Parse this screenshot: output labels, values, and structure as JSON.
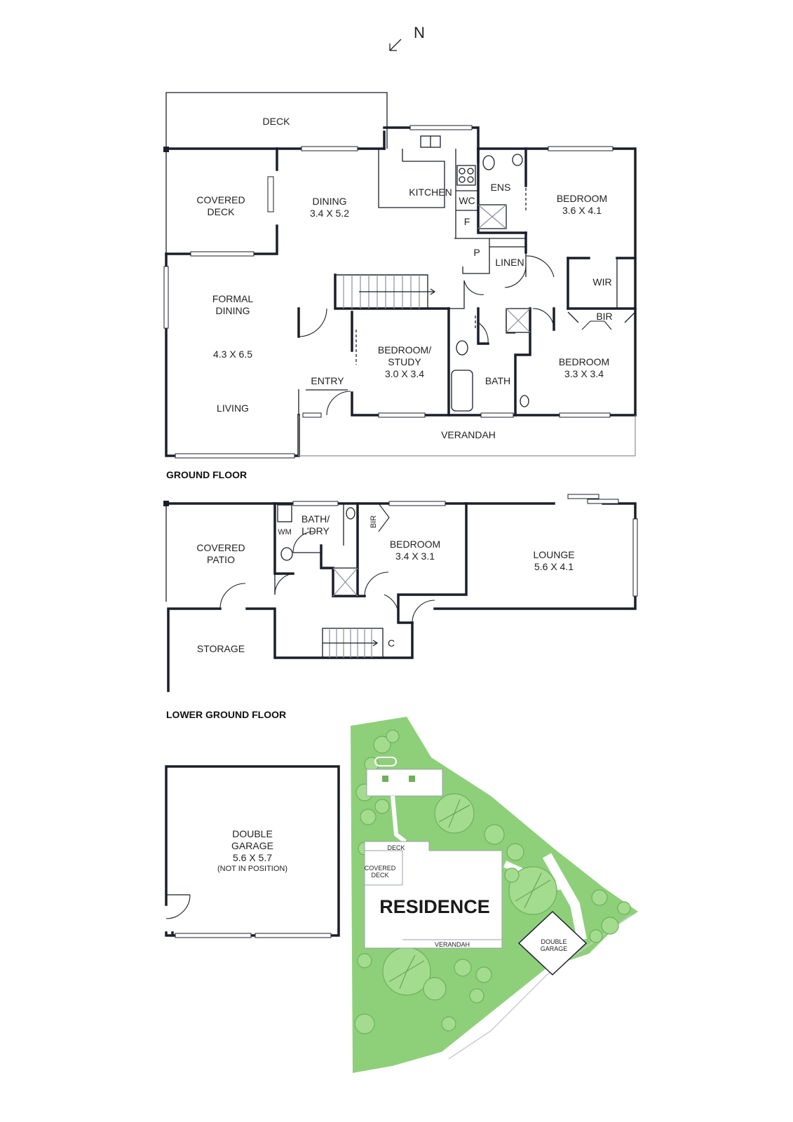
{
  "compass": {
    "label": "N"
  },
  "ground_floor": {
    "heading": "GROUND FLOOR",
    "rooms": {
      "deck": "DECK",
      "covered_deck_1": "COVERED",
      "covered_deck_2": "DECK",
      "dining_name": "DINING",
      "dining_size": "3.4 X 5.2",
      "kitchen": "KITCHEN",
      "wc": "WC",
      "f": "F",
      "ens": "ENS",
      "bedroom1_name": "BEDROOM",
      "bedroom1_size": "3.6 X 4.1",
      "p": "P",
      "linen": "LINEN",
      "wir": "WIR",
      "bir": "BIR",
      "formal_dining_1": "FORMAL",
      "formal_dining_2": "DINING",
      "living_size": "4.3 X 6.5",
      "living": "LIVING",
      "entry": "ENTRY",
      "study_1": "BEDROOM/",
      "study_2": "STUDY",
      "study_size": "3.0 X 3.4",
      "bath": "BATH",
      "bedroom2_name": "BEDROOM",
      "bedroom2_size": "3.3 X 3.4",
      "verandah": "VERANDAH"
    }
  },
  "lower_ground_floor": {
    "heading": "LOWER GROUND FLOOR",
    "rooms": {
      "covered_patio_1": "COVERED",
      "covered_patio_2": "PATIO",
      "wm": "WM",
      "bath_1": "BATH/",
      "bath_2": "L'DRY",
      "bir": "BIR",
      "bedroom_name": "BEDROOM",
      "bedroom_size": "3.4 X 3.1",
      "lounge_name": "LOUNGE",
      "lounge_size": "5.6 X 4.1",
      "storage": "STORAGE",
      "c": "C"
    }
  },
  "garage": {
    "name_1": "DOUBLE",
    "name_2": "GARAGE",
    "size": "5.6 X 5.7",
    "note": "(NOT IN POSITION)"
  },
  "site_plan": {
    "residence": "RESIDENCE",
    "deck": "DECK",
    "covered_deck_1": "COVERED",
    "covered_deck_2": "DECK",
    "verandah": "VERANDAH",
    "garage_1": "DOUBLE",
    "garage_2": "GARAGE",
    "green_color": "#8ed07a"
  }
}
